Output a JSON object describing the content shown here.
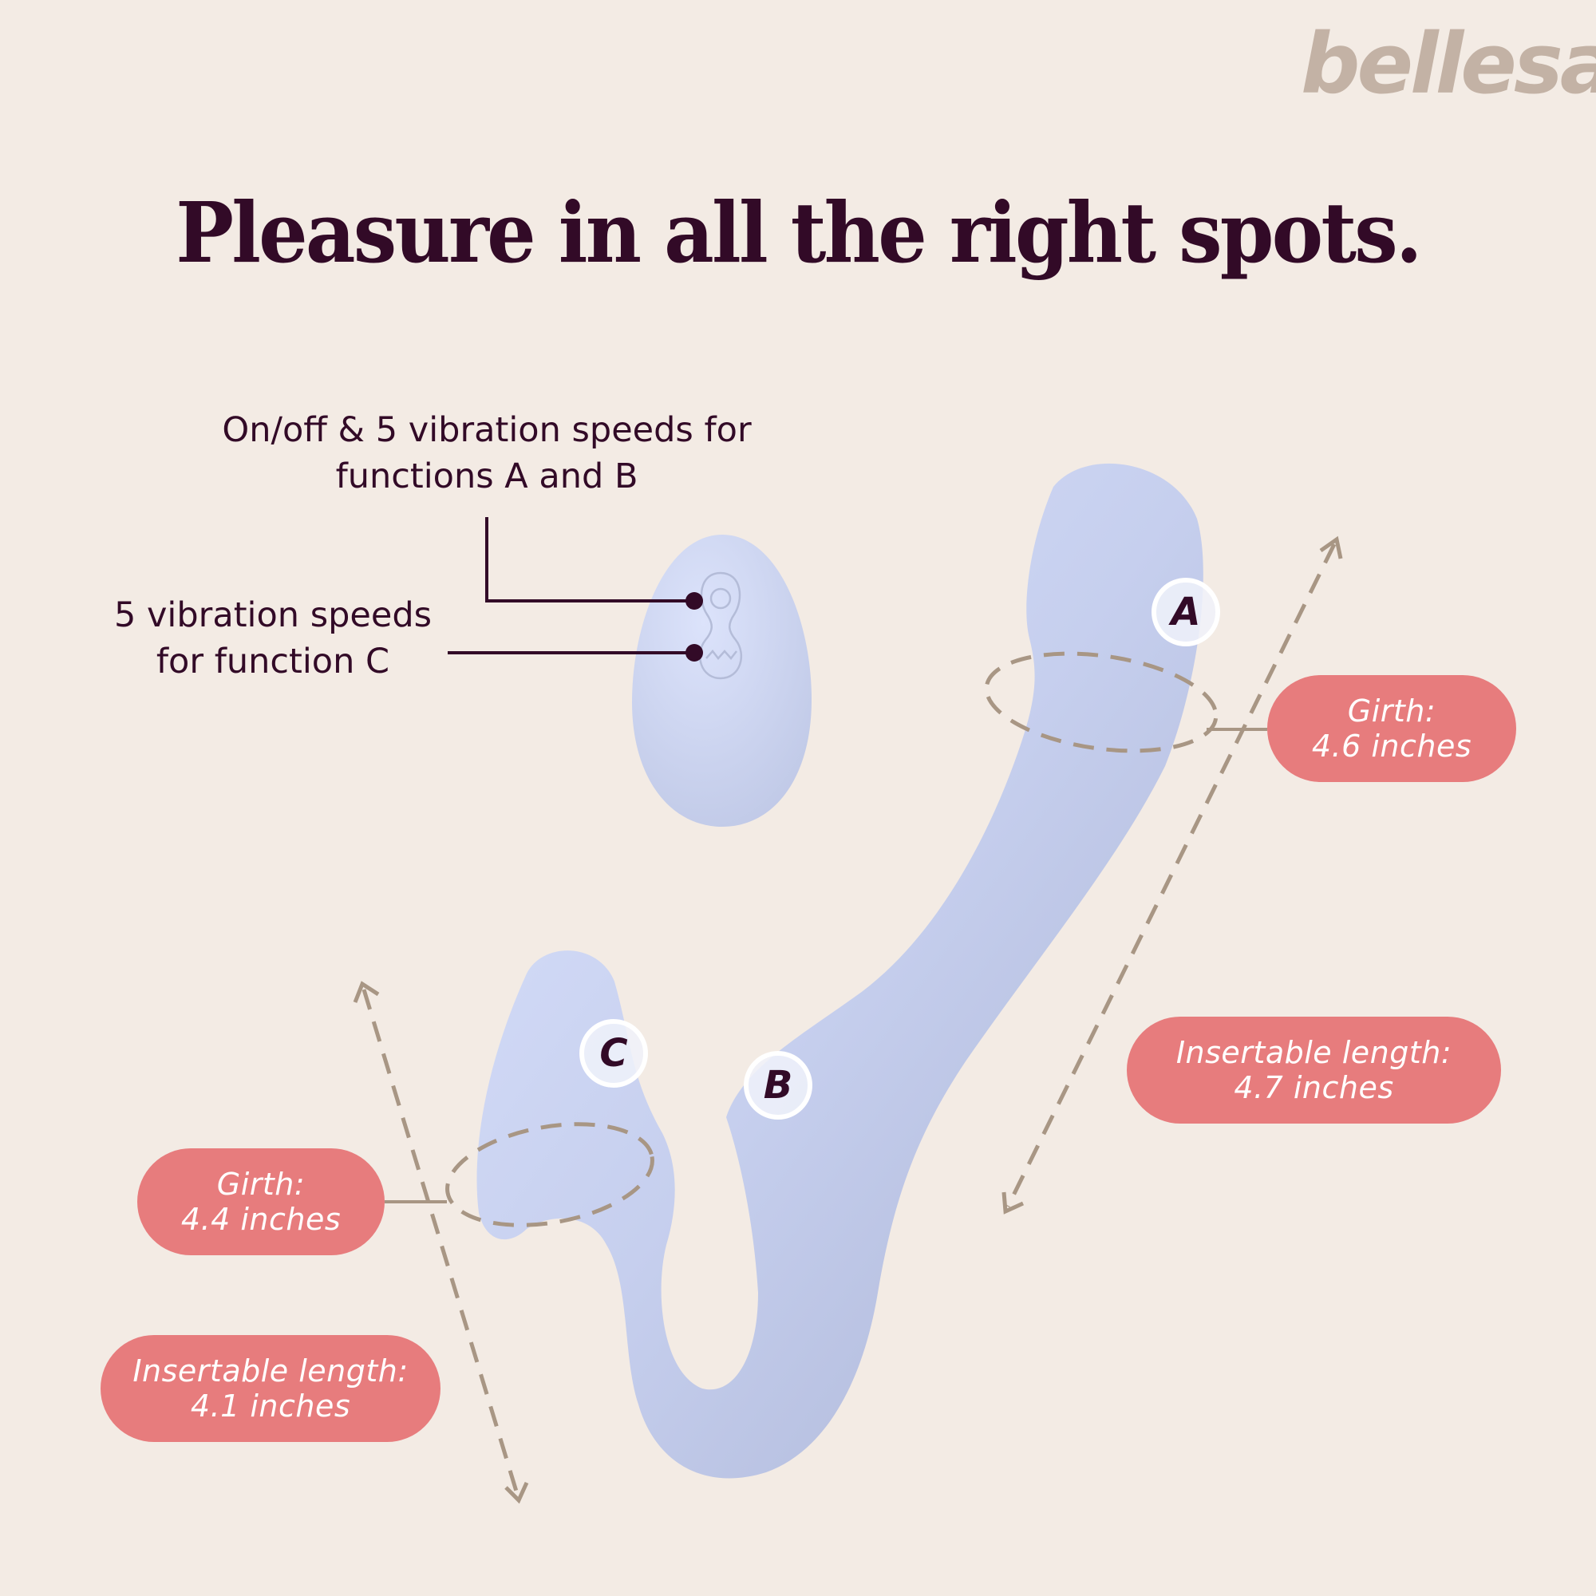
{
  "brand": {
    "logo_text": "bellesa"
  },
  "headline": "Pleasure in all the right spots.",
  "remote": {
    "callout_ab": {
      "line1": "On/off & 5 vibration speeds for",
      "line2": "functions A and B"
    },
    "callout_c": {
      "line1": "5 vibration speeds",
      "line2": "for function C"
    },
    "buttons": [
      {
        "name": "power-button",
        "icon": "circle-icon"
      },
      {
        "name": "vibration-button",
        "icon": "zigzag-icon"
      }
    ]
  },
  "markers": [
    {
      "id": "A",
      "label": "A"
    },
    {
      "id": "B",
      "label": "B"
    },
    {
      "id": "C",
      "label": "C"
    }
  ],
  "specs": {
    "girth_a": {
      "label": "Girth:",
      "value": "4.6 inches"
    },
    "length_a": {
      "label": "Insertable length:",
      "value": "4.7 inches"
    },
    "girth_c": {
      "label": "Girth:",
      "value": "4.4 inches"
    },
    "length_c": {
      "label": "Insertable length:",
      "value": "4.1 inches"
    }
  },
  "colors": {
    "background": "#f3ebe4",
    "text_dark": "#320a27",
    "pill": "#e77c7d",
    "product": "#c5cdec",
    "logo": "#c3b2a5",
    "dash": "#a89684"
  }
}
